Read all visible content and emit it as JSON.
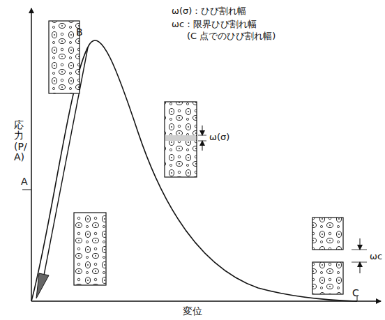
{
  "diagram": {
    "labels": [
      "ω(σ)：ひび割れ幅",
      "ωc：限界ひび割れ幅",
      "(C 点でのひび割れ幅)",
      "B",
      "A",
      "C",
      "応力 (P/A)",
      "変位",
      "ω(σ)",
      "ωc"
    ]
  }
}
